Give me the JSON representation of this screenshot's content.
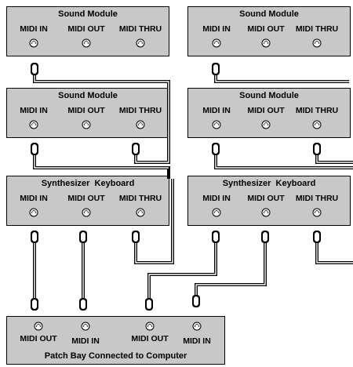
{
  "units": [
    {
      "id": "sm-top-left",
      "title": "Sound Module",
      "ports": [
        "MIDI IN",
        "MIDI OUT",
        "MIDI THRU"
      ]
    },
    {
      "id": "sm-top-right",
      "title": "Sound Module",
      "ports": [
        "MIDI IN",
        "MIDI OUT",
        "MIDI THRU"
      ]
    },
    {
      "id": "sm-mid-left",
      "title": "Sound Module",
      "ports": [
        "MIDI IN",
        "MIDI OUT",
        "MIDI THRU"
      ]
    },
    {
      "id": "sm-mid-right",
      "title": "Sound Module",
      "ports": [
        "MIDI IN",
        "MIDI OUT",
        "MIDI THRU"
      ]
    },
    {
      "id": "kb-left",
      "title": "Synthesizer  Keyboard",
      "ports": [
        "MIDI IN",
        "MIDI OUT",
        "MIDI THRU"
      ]
    },
    {
      "id": "kb-right",
      "title": "Synthesizer  Keyboard",
      "ports": [
        "MIDI IN",
        "MIDI OUT",
        "MIDI THRU"
      ]
    }
  ],
  "patch_bay": {
    "title": "Patch Bay Connected to Computer",
    "ports": [
      "MIDI OUT",
      "MIDI IN",
      "MIDI OUT",
      "MIDI IN"
    ]
  },
  "colors": {
    "box_fill": "#c8c8c8",
    "cable": "#000000"
  }
}
